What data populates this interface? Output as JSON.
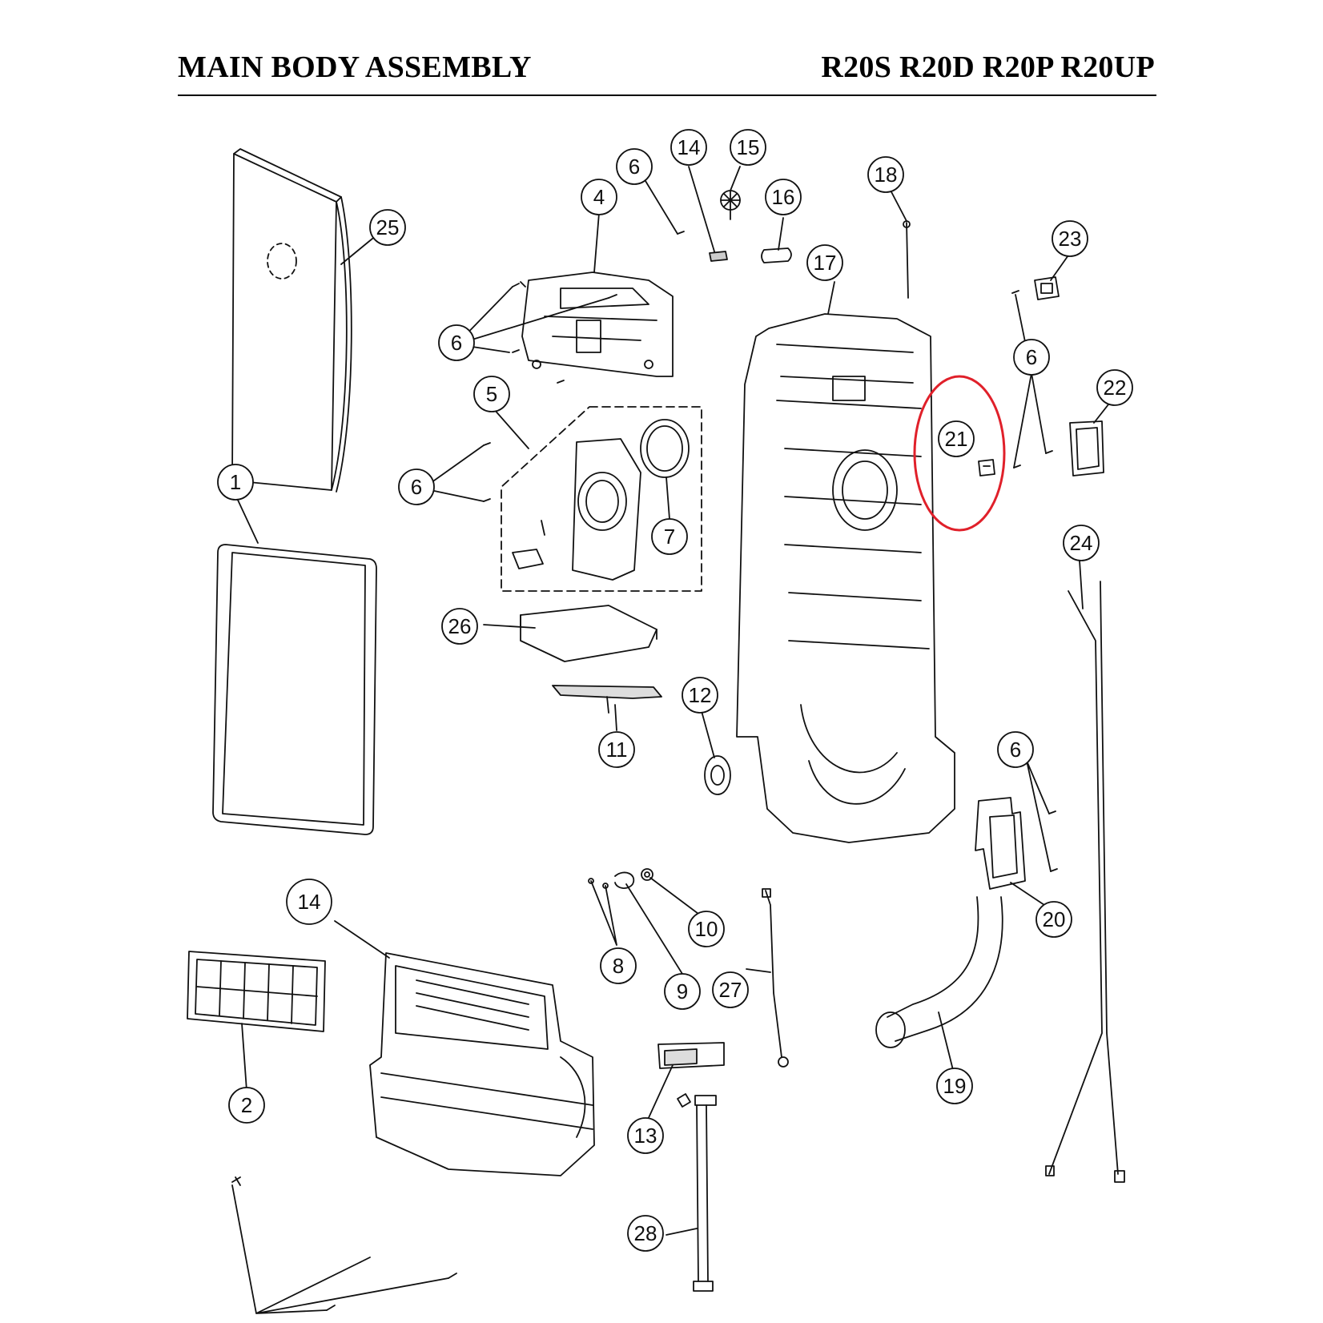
{
  "header": {
    "title": "MAIN BODY ASSEMBLY",
    "models": "R20S R20D R20P R20UP"
  },
  "callouts": {
    "c1": "1",
    "c2": "2",
    "c4": "4",
    "c5": "5",
    "c6a": "6",
    "c6b": "6",
    "c6c": "6",
    "c6d": "6",
    "c6e": "6",
    "c7": "7",
    "c8": "8",
    "c9": "9",
    "c10": "10",
    "c11": "11",
    "c12": "12",
    "c13": "13",
    "c14a": "14",
    "c14b": "14",
    "c15": "15",
    "c16": "16",
    "c17": "17",
    "c18": "18",
    "c19": "19",
    "c20": "20",
    "c21": "21",
    "c22": "22",
    "c23": "23",
    "c24": "24",
    "c25": "25",
    "c26": "26",
    "c27": "27",
    "c28": "28"
  },
  "colors": {
    "line": "#111111",
    "highlight": "#e0202a"
  },
  "highlight": {
    "part": "21"
  }
}
